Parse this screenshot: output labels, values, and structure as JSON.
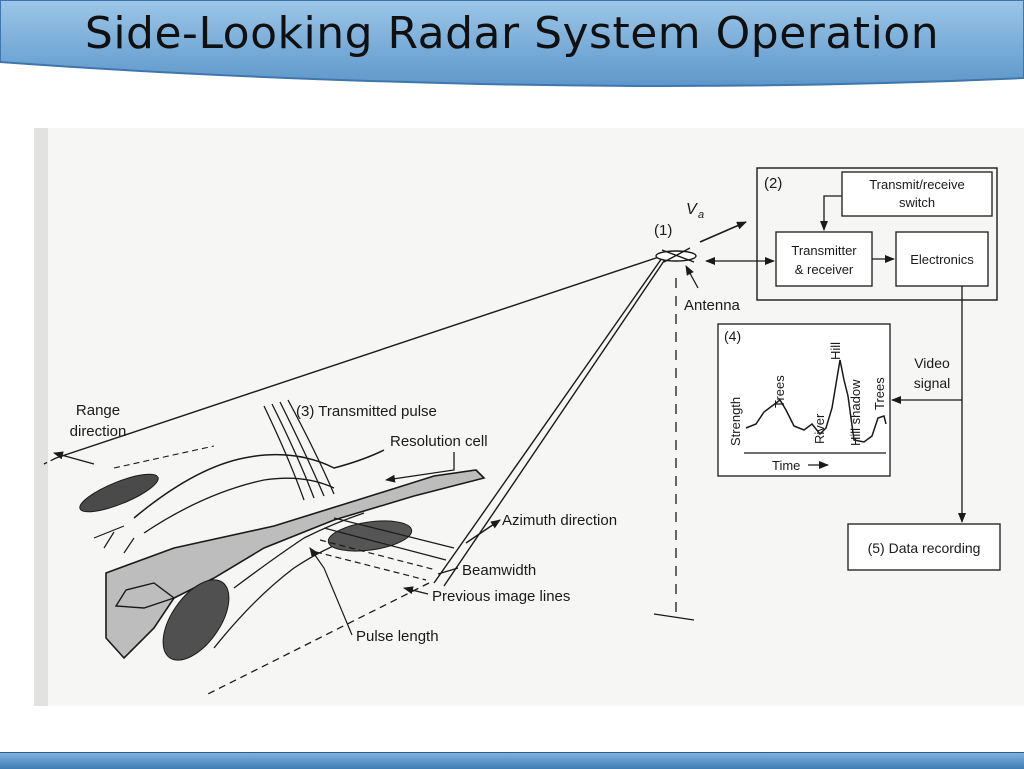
{
  "slide": {
    "title": "Side-Looking Radar System Operation"
  },
  "diagram": {
    "step1": "(1)",
    "velocity": "V",
    "velocity_sub": "a",
    "antenna": "Antenna",
    "step2": "(2)",
    "switch_line1": "Transmit/receive",
    "switch_line2": "switch",
    "transmitter_line1": "Transmitter",
    "transmitter_line2": "& receiver",
    "electronics": "Electronics",
    "video_line1": "Video",
    "video_line2": "signal",
    "step4": "(4)",
    "plot_strength": "Strength",
    "plot_time": "Time",
    "plot_trees1": "Trees",
    "plot_river": "River",
    "plot_hill": "Hill",
    "plot_hill_shadow": "Hill shadow",
    "plot_trees2": "Trees",
    "data_recording": "(5) Data recording",
    "range_line1": "Range",
    "range_line2": "direction",
    "transmitted_pulse": "(3) Transmitted pulse",
    "resolution_cell": "Resolution cell",
    "azimuth_direction": "Azimuth direction",
    "beamwidth": "Beamwidth",
    "previous_image_lines": "Previous image lines",
    "pulse_length": "Pulse length"
  }
}
